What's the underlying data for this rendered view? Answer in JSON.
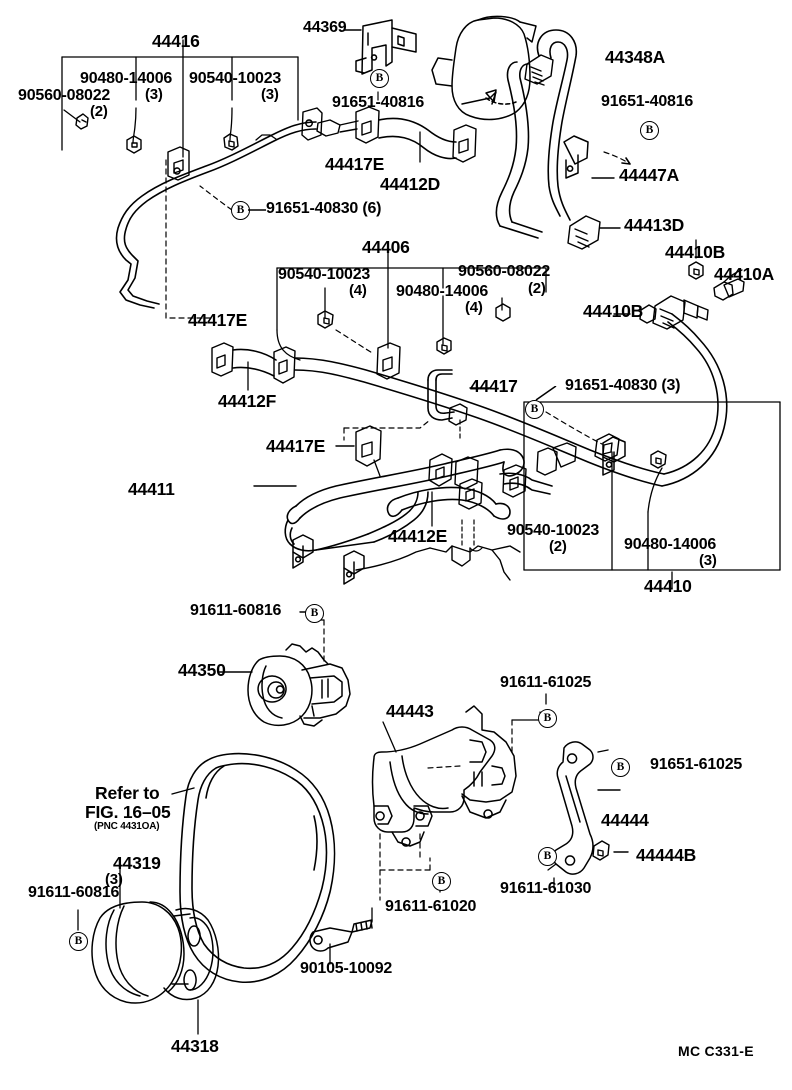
{
  "diagram": {
    "title": "Toyota Power Steering Tube / Pump Parts Diagram",
    "footer_code": "MC C331-E",
    "refer_note_line1": "Refer to",
    "refer_note_line2": "FIG. 16–05",
    "refer_note_line3": "(PNC 4431OA)",
    "bolt_marker": "B"
  },
  "labels": {
    "n44416": "44416",
    "n90560_08022_a": "90560-08022",
    "q2_a": "(2)",
    "n90480_14006_a": "90480-14006",
    "q3_a": "(3)",
    "n90540_10023_a": "90540-10023",
    "q3_b": "(3)",
    "n91651_40830_6": "91651-40830 (6)",
    "n44369": "44369",
    "n91651_40816_a": "91651-40816",
    "n91651_40816_b": "91651-40816",
    "n44348A": "44348A",
    "n44447A": "44447A",
    "n44413D": "44413D",
    "n44417E_a": "44417E",
    "n44412D": "44412D",
    "n44406": "44406",
    "n90540_10023_b": "90540-10023",
    "q4_a": "(4)",
    "n90480_14006_b": "90480-14006",
    "q4_b": "(4)",
    "n90560_08022_b": "90560-08022",
    "q2_b": "(2)",
    "n44410B_a": "44410B",
    "n44410A": "44410A",
    "n44410B_b": "44410B",
    "n44417E_b": "44417E",
    "n44412F": "44412F",
    "n44417": "44417",
    "n91651_40830_3": "91651-40830 (3)",
    "n44417E_c": "44417E",
    "n44411": "44411",
    "n44412E": "44412E",
    "n90540_10023_c": "90540-10023",
    "q2_c": "(2)",
    "n90480_14006_c": "90480-14006",
    "q3_c": "(3)",
    "n44410": "44410",
    "n91611_60816_a": "91611-60816",
    "n44350": "44350",
    "n91611_61025": "91611-61025",
    "n44443": "44443",
    "n91651_61025": "91651-61025",
    "n44444": "44444",
    "n44444B": "44444B",
    "n91611_61030": "91611-61030",
    "n91611_61020": "91611-61020",
    "n90105_10092": "90105-10092",
    "n44319": "44319",
    "q3_d": "(3)",
    "n91611_60816_b": "91611-60816",
    "n44318": "44318"
  }
}
